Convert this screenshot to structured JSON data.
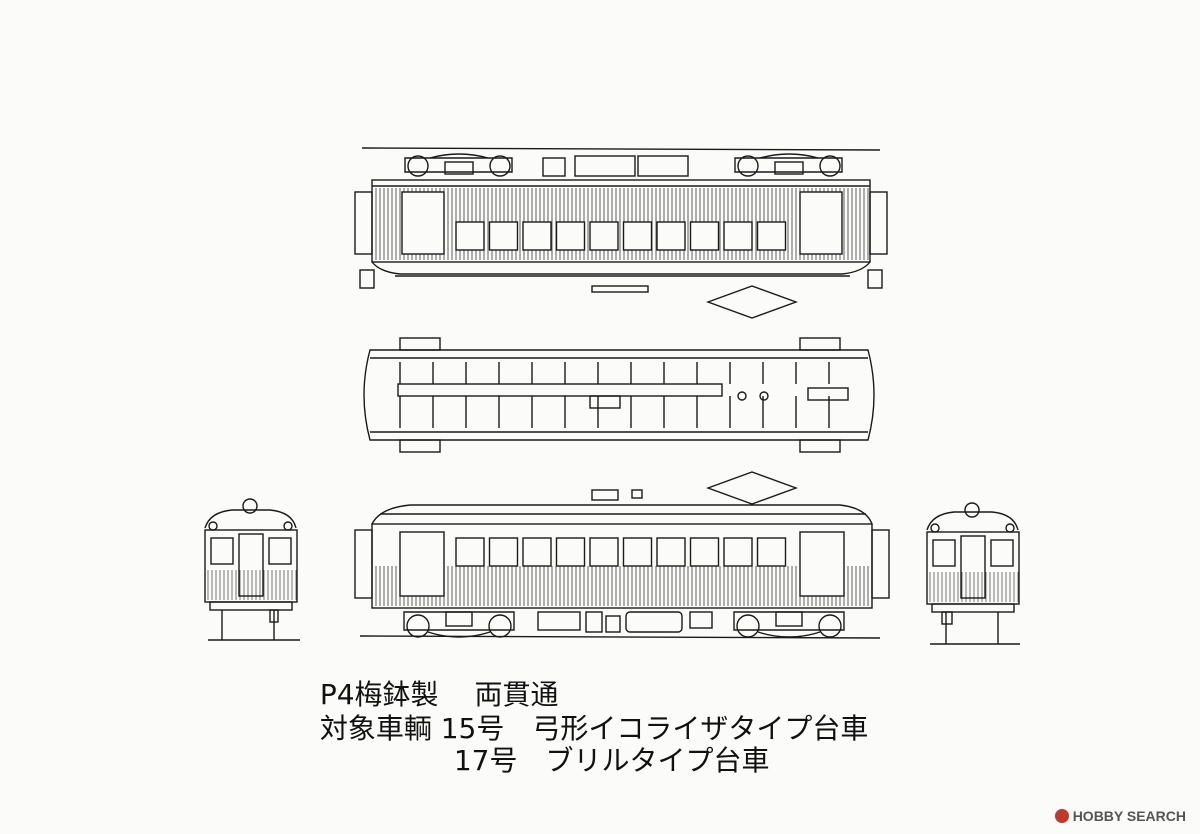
{
  "caption": {
    "line1_a": "P4梅鉢製",
    "line1_b": "両貫通",
    "line2_a": "対象車輌 15号",
    "line2_b": "弓形イコライザタイプ台車",
    "line3_a": "17号",
    "line3_b": "ブリルタイプ台車"
  },
  "watermark": {
    "brand": "HOBBY SEARCH",
    "icon": "hobby-search-logo-icon",
    "accent_color": "#c0392b"
  }
}
